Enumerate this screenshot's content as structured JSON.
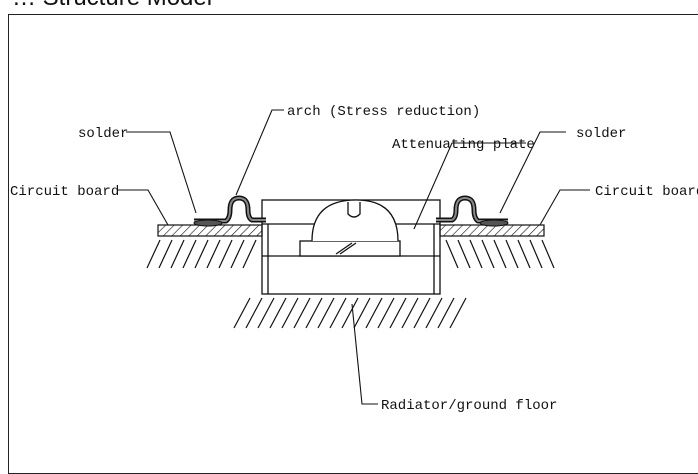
{
  "diagram": {
    "title_partial": "… Structure Model",
    "labels": {
      "arch": "arch (Stress reduction)",
      "solder_left": "solder",
      "solder_right": "solder",
      "attenuating_plate": "Attenuating plate",
      "circuit_board_left": "Circuit board",
      "circuit_board_right": "Circuit board",
      "radiator": "Radiator/ground floor"
    },
    "colors": {
      "line": "#111111",
      "solder": "#555555",
      "background": "#ffffff"
    }
  }
}
